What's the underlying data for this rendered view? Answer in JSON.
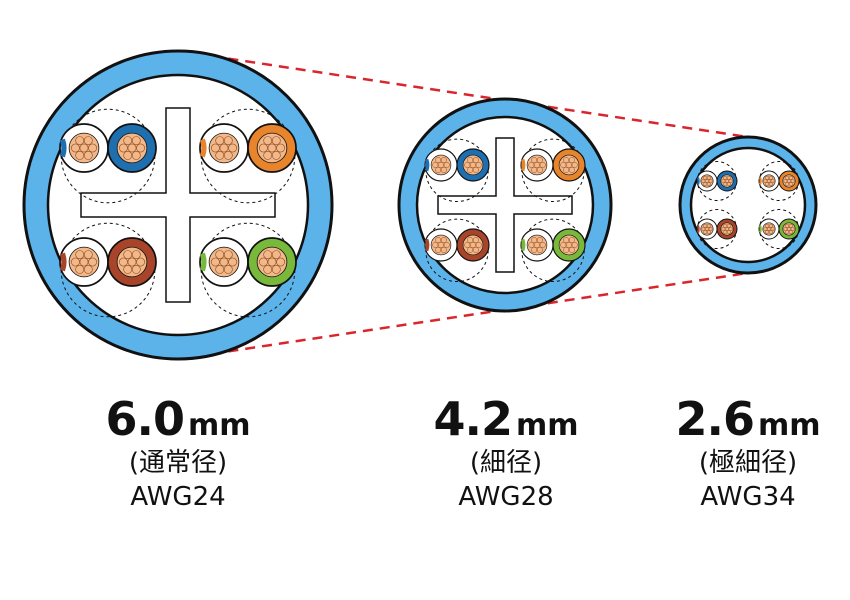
{
  "colors": {
    "jacket": "#5cb3ea",
    "outline": "#111111",
    "zoom_line": "#d9262c",
    "copper": "#f2b889",
    "blue": "#1e6fb0",
    "orange": "#e8842b",
    "brown": "#a8442a",
    "green": "#78b83a",
    "white_wire": "#ffffff"
  },
  "cables": [
    {
      "diameter": "6.0",
      "unit": "mm",
      "type": "(通常径)",
      "gauge": "AWG24",
      "pairs": [
        "blue",
        "orange",
        "brown",
        "green"
      ],
      "separator": "cross"
    },
    {
      "diameter": "4.2",
      "unit": "mm",
      "type": "(細径)",
      "gauge": "AWG28",
      "pairs": [
        "blue",
        "orange",
        "brown",
        "green"
      ],
      "separator": "cross"
    },
    {
      "diameter": "2.6",
      "unit": "mm",
      "type": "(極細径)",
      "gauge": "AWG34",
      "pairs": [
        "blue",
        "orange",
        "brown",
        "green"
      ],
      "separator": "none"
    }
  ]
}
